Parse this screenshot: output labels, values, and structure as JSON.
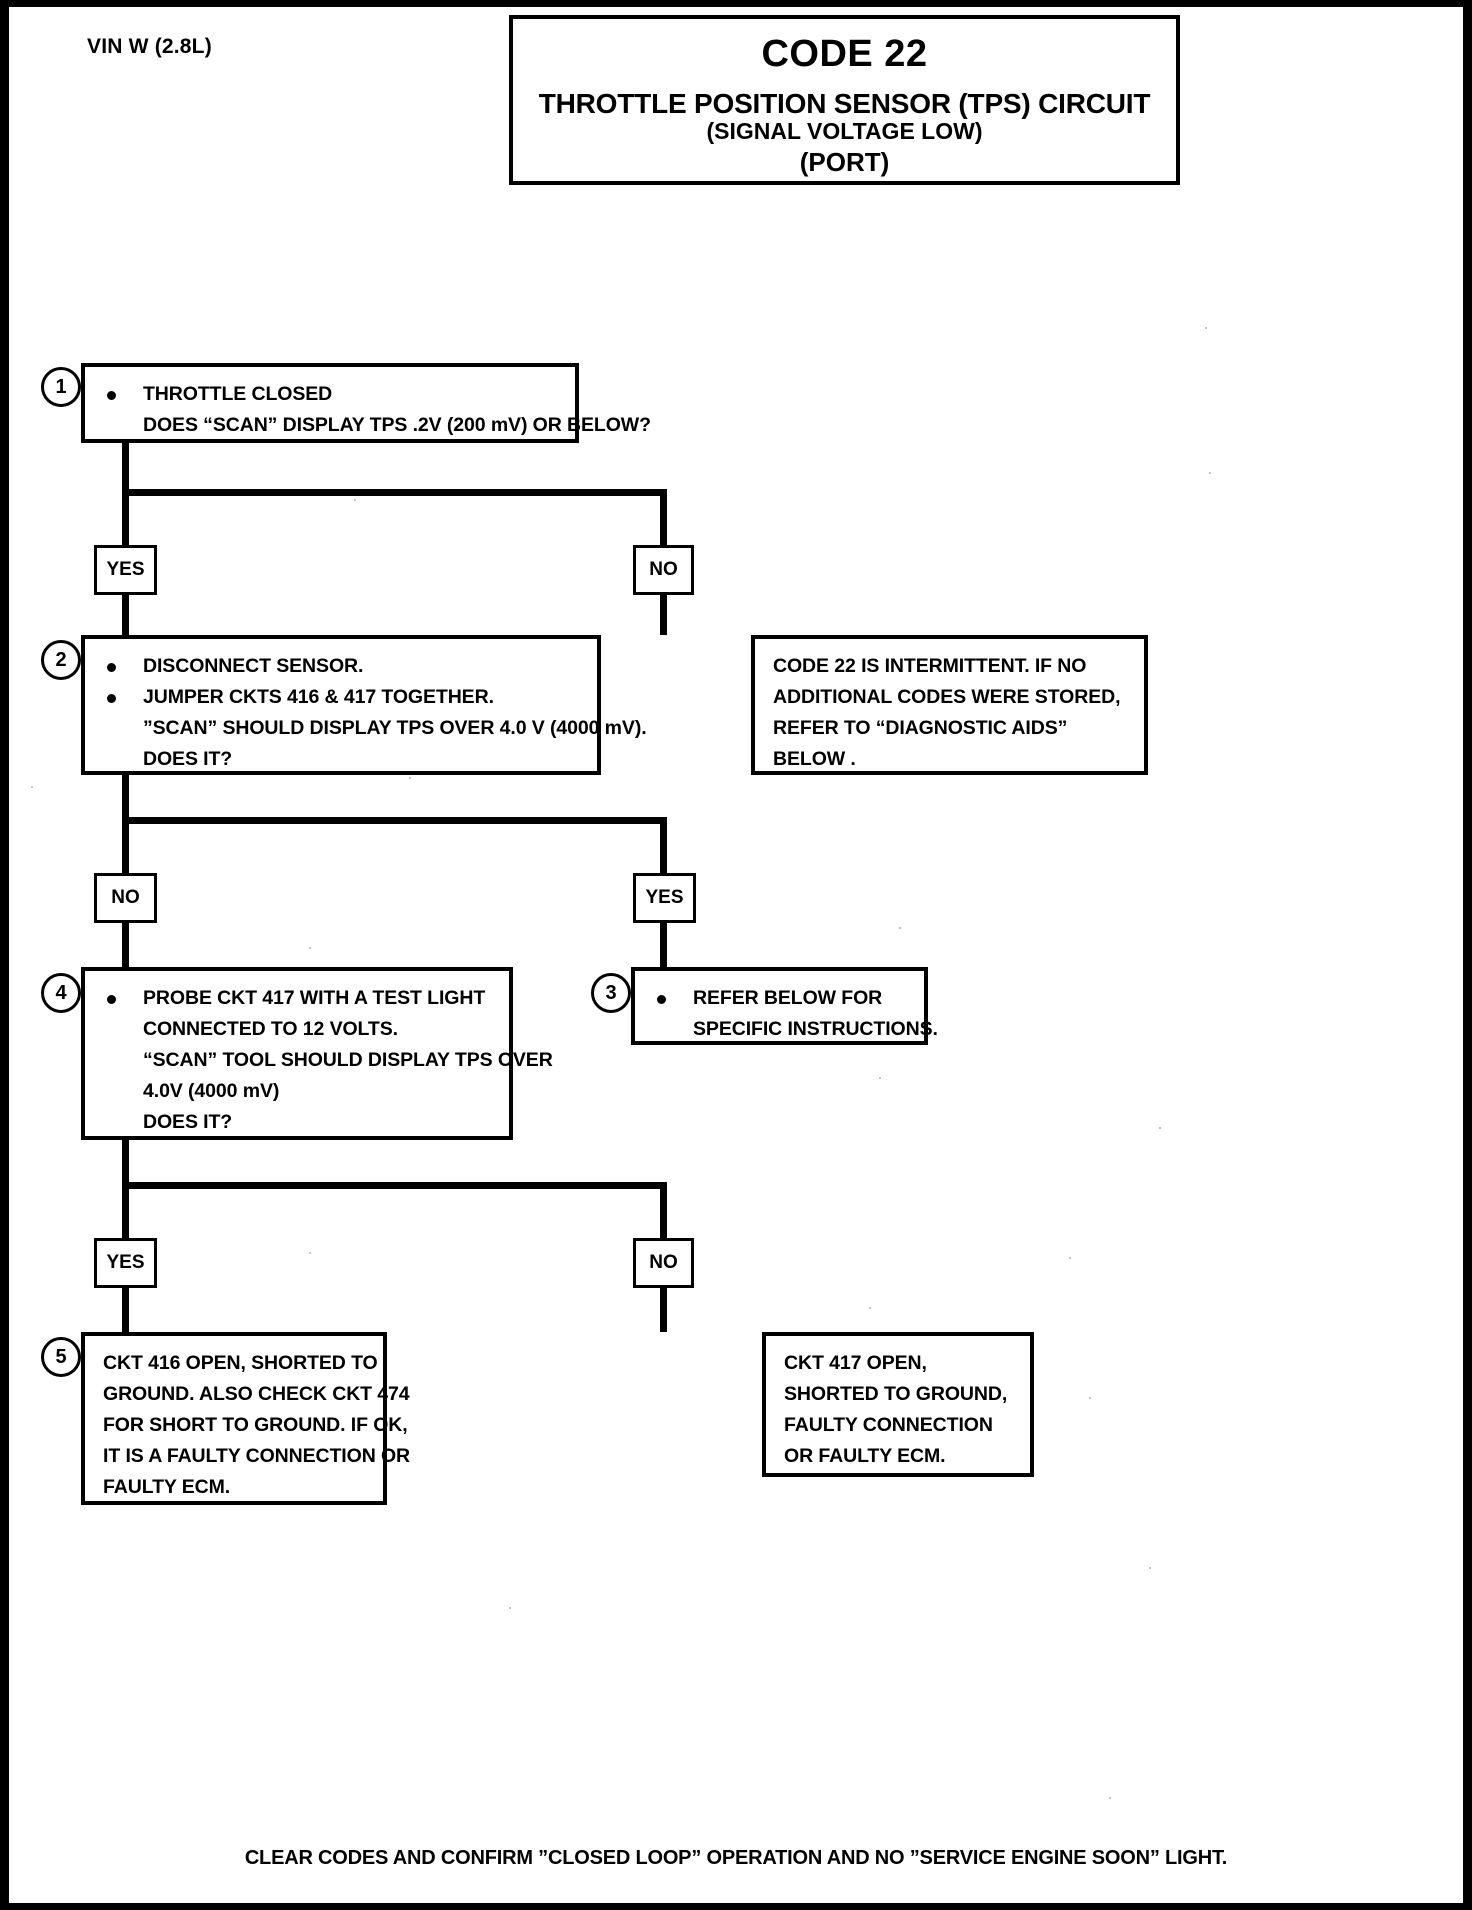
{
  "header": {
    "vin": "VIN W (2.8L)",
    "code": "CODE 22",
    "title": "THROTTLE POSITION SENSOR (TPS) CIRCUIT",
    "subtitle": "(SIGNAL VOLTAGE LOW)",
    "port": "(PORT)"
  },
  "steps": {
    "s1": {
      "number": "1",
      "lines": [
        "THROTTLE CLOSED",
        "DOES “SCAN” DISPLAY TPS .2V (200 mV) OR BELOW?"
      ]
    },
    "s2": {
      "number": "2",
      "lines": [
        "DISCONNECT SENSOR.",
        "JUMPER CKTS 416 & 417 TOGETHER.",
        "”SCAN” SHOULD DISPLAY TPS OVER  4.0 V (4000 mV).",
        "DOES IT?"
      ]
    },
    "s3": {
      "number": "3",
      "lines": [
        "REFER  BELOW  FOR",
        "SPECIFIC INSTRUCTIONS."
      ]
    },
    "s4": {
      "number": "4",
      "lines": [
        "PROBE CKT 417 WITH A TEST LIGHT",
        "CONNECTED TO 12 VOLTS.",
        "“SCAN” TOOL SHOULD DISPLAY TPS OVER",
        "4.0V (4000 mV)",
        "DOES IT?"
      ]
    },
    "s5": {
      "number": "5",
      "lines": [
        "CKT 416 OPEN, SHORTED TO",
        "GROUND.  ALSO CHECK CKT 474",
        "FOR SHORT TO GROUND.  IF OK,",
        "IT IS A FAULTY CONNECTION OR",
        "FAULTY ECM."
      ]
    },
    "intermittent": {
      "lines": [
        "CODE 22 IS INTERMITTENT.  IF NO",
        "ADDITIONAL CODES WERE STORED,",
        "REFER TO  “DIAGNOSTIC AIDS”",
        "BELOW ."
      ]
    },
    "ckt417_fault": {
      "lines": [
        "CKT 417 OPEN,",
        "SHORTED TO GROUND,",
        "FAULTY CONNECTION",
        "OR FAULTY ECM."
      ]
    }
  },
  "branches": {
    "b1_yes": "YES",
    "b1_no": "NO",
    "b2_no": "NO",
    "b2_yes": "YES",
    "b4_yes": "YES",
    "b4_no": "NO"
  },
  "footer": {
    "text": "CLEAR CODES AND CONFIRM ”CLOSED LOOP”  OPERATION AND NO ”SERVICE ENGINE SOON” LIGHT."
  },
  "colors": {
    "ink": "#000000",
    "paper": "#ffffff"
  }
}
